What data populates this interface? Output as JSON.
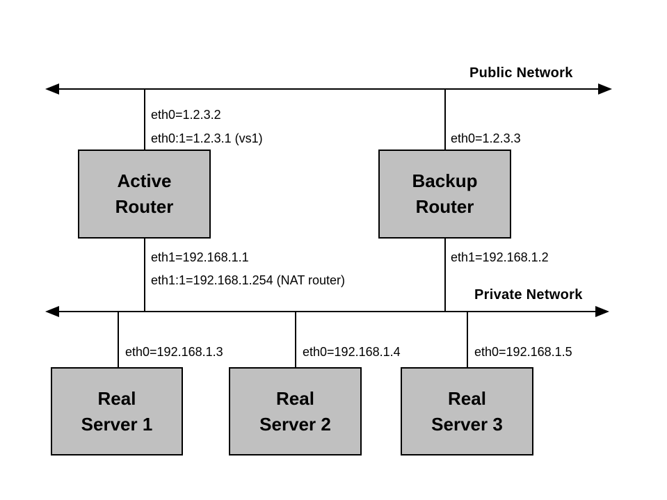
{
  "networks": {
    "public": {
      "label": "Public Network"
    },
    "private": {
      "label": "Private Network"
    }
  },
  "routers": {
    "active": {
      "name_line1": "Active",
      "name_line2": "Router",
      "eth0": "eth0=1.2.3.2",
      "eth0_alias": "eth0:1=1.2.3.1 (vs1)",
      "eth1": "eth1=192.168.1.1",
      "eth1_alias": "eth1:1=192.168.1.254 (NAT router)"
    },
    "backup": {
      "name_line1": "Backup",
      "name_line2": "Router",
      "eth0": "eth0=1.2.3.3",
      "eth1": "eth1=192.168.1.2"
    }
  },
  "servers": {
    "server1": {
      "name_line1": "Real",
      "name_line2": "Server 1",
      "eth0": "eth0=192.168.1.3"
    },
    "server2": {
      "name_line1": "Real",
      "name_line2": "Server 2",
      "eth0": "eth0=192.168.1.4"
    },
    "server3": {
      "name_line1": "Real",
      "name_line2": "Server 3",
      "eth0": "eth0=192.168.1.5"
    }
  },
  "colors": {
    "background": "#ffffff",
    "box_fill": "#c0c0c0",
    "box_border": "#000000",
    "line": "#000000",
    "text": "#000000"
  }
}
